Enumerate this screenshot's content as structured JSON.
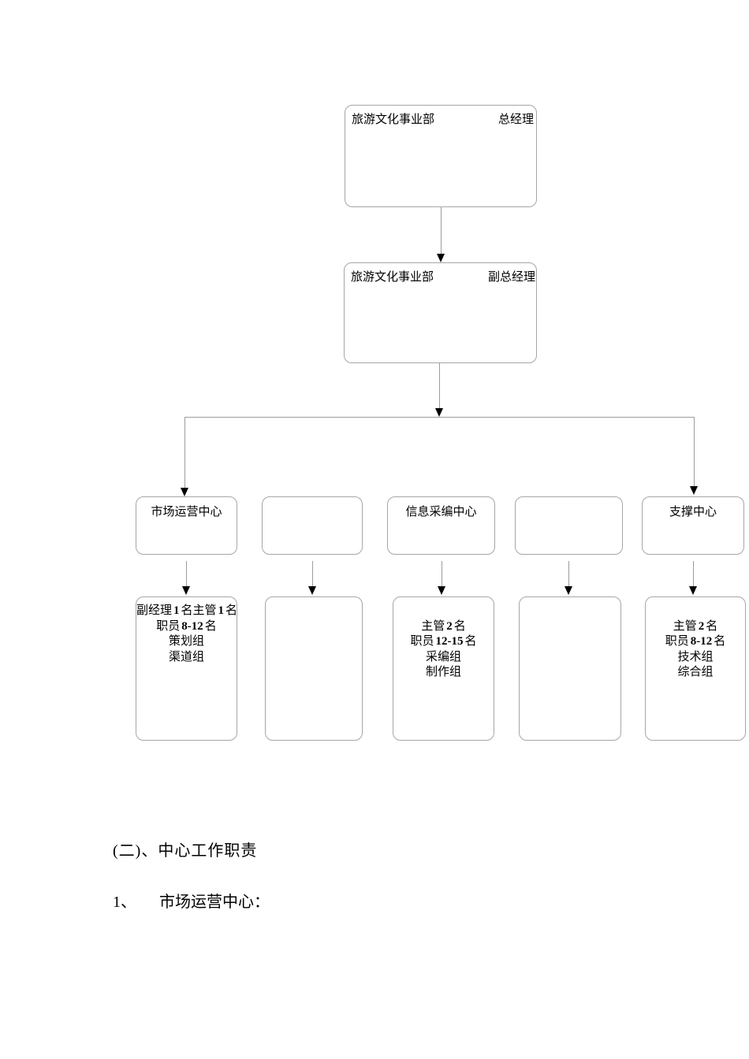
{
  "org_chart": {
    "level1": {
      "dept": "旅游文化事业部",
      "role": "总经理"
    },
    "level2": {
      "dept": "旅游文化事业部",
      "role": "副总经理"
    },
    "centers": [
      {
        "name": "市场运营中心"
      },
      {
        "name": ""
      },
      {
        "name": "信息采编中心"
      },
      {
        "name": ""
      },
      {
        "name": "支撑中心"
      }
    ],
    "staffing": [
      {
        "lines": [
          "副经理1名主管1名",
          "职员8-12名",
          "策划组",
          "渠道组"
        ]
      },
      {
        "lines": []
      },
      {
        "lines": [
          "",
          "主管2名",
          "职员12-15名",
          "采编组",
          "制作组"
        ]
      },
      {
        "lines": []
      },
      {
        "lines": [
          "",
          "主管2名",
          "职员8-12名",
          "技术组",
          "综合组"
        ]
      }
    ]
  },
  "document": {
    "section_heading": "(二)、中心工作职责",
    "list_item": {
      "number": "1、",
      "text": "市场运营中心："
    }
  },
  "colors": {
    "background": "#ffffff",
    "box_border": "#a6a6a6",
    "connector": "#9c9c9c",
    "arrowhead": "#000000",
    "text": "#000000"
  }
}
